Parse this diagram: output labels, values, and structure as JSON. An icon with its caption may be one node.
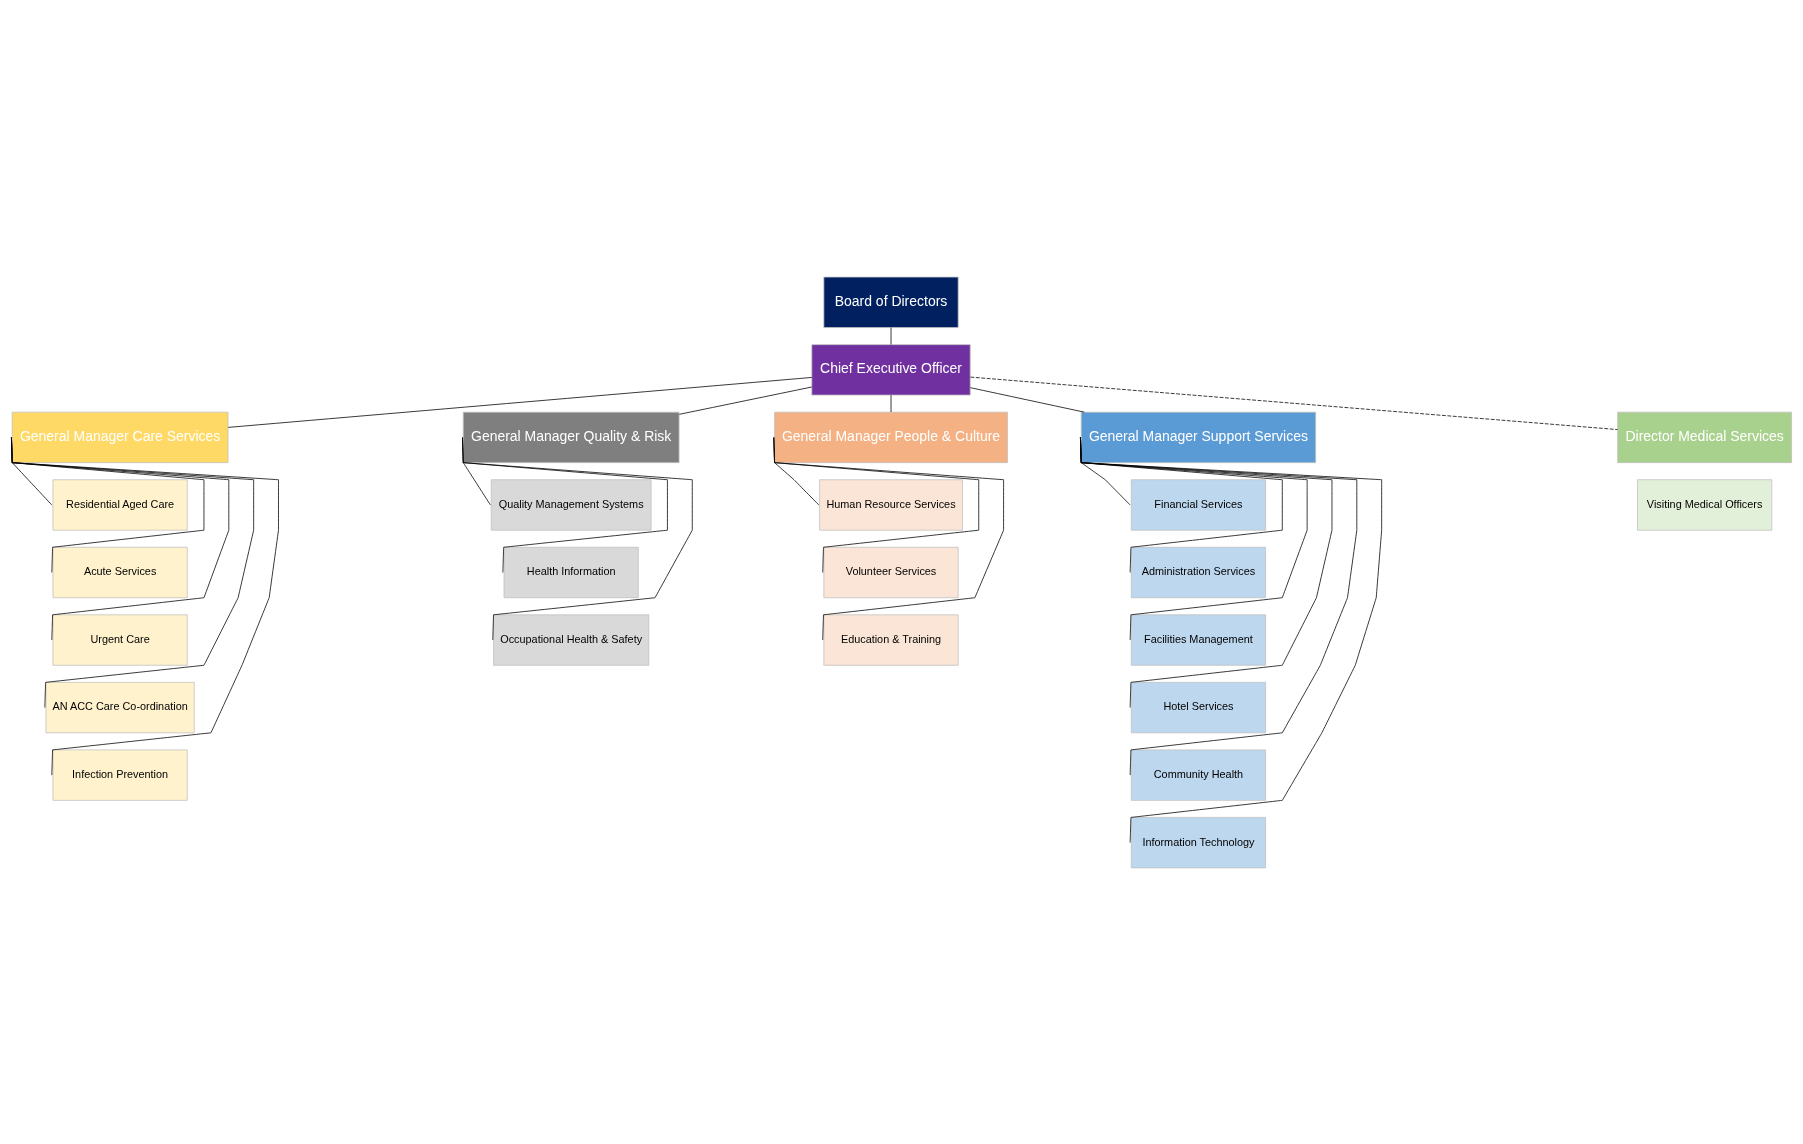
{
  "diagram": {
    "nodes": [
      {
        "text": [
          "Board of Directors"
        ]
      },
      {
        "text": [
          "Chief Executive Officer"
        ]
      },
      {
        "text": [
          "General Manager Care Services"
        ]
      },
      {
        "text": [
          "Residential Aged Care"
        ]
      },
      {
        "text": [
          "Acute Services"
        ]
      },
      {
        "text": [
          "Urgent Care"
        ]
      },
      {
        "text": [
          "AN ACC Care Co-ordination"
        ]
      },
      {
        "text": [
          "Infection Prevention"
        ]
      },
      {
        "text": [
          "General Manager Quality & Risk"
        ]
      },
      {
        "text": [
          "Quality Management Systems"
        ]
      },
      {
        "text": [
          "Health Information"
        ]
      },
      {
        "text": [
          "Occupational Health & Safety"
        ]
      },
      {
        "text": [
          "General Manager People & Culture"
        ]
      },
      {
        "text": [
          "Human Resource Services"
        ]
      },
      {
        "text": [
          "Volunteer Services"
        ]
      },
      {
        "text": [
          "Education & Training"
        ]
      },
      {
        "text": [
          "General Manager Support Services"
        ]
      },
      {
        "text": [
          "Financial Services"
        ]
      },
      {
        "text": [
          "Administration Services"
        ]
      },
      {
        "text": [
          "Facilities Management"
        ]
      },
      {
        "text": [
          "Hotel Services"
        ]
      },
      {
        "text": [
          "Community Health"
        ]
      },
      {
        "text": [
          "Information Technology"
        ]
      },
      {
        "text": [
          "Director Medical Services"
        ]
      },
      {
        "text": [
          "Visiting Medical Officers"
        ]
      }
    ],
    "edges": [
      {
        "from": 0,
        "to": 1,
        "arrow": "none"
      },
      {
        "from": 1,
        "to": 2,
        "arrow": "none"
      },
      {
        "from": 1,
        "to": 8,
        "arrow": "none"
      },
      {
        "from": 1,
        "to": 12,
        "arrow": "none"
      },
      {
        "from": 1,
        "to": 16,
        "arrow": "none"
      },
      {
        "from": 1,
        "to": 23,
        "arrow": "none",
        "style": "dashed"
      },
      {
        "from": 2,
        "to": 3,
        "arrow": "none"
      },
      {
        "from": 2,
        "to": 4,
        "arrow": "none"
      },
      {
        "from": 2,
        "to": 5,
        "arrow": "none"
      },
      {
        "from": 2,
        "to": 6,
        "arrow": "none"
      },
      {
        "from": 2,
        "to": 7,
        "arrow": "none"
      },
      {
        "from": 8,
        "to": 9,
        "arrow": "none"
      },
      {
        "from": 8,
        "to": 10,
        "arrow": "none"
      },
      {
        "from": 8,
        "to": 11,
        "arrow": "none"
      },
      {
        "from": 12,
        "to": 13,
        "arrow": "none"
      },
      {
        "from": 12,
        "to": 14,
        "arrow": "none"
      },
      {
        "from": 12,
        "to": 15,
        "arrow": "none"
      },
      {
        "from": 16,
        "to": 17,
        "arrow": "none"
      },
      {
        "from": 16,
        "to": 18,
        "arrow": "none"
      },
      {
        "from": 16,
        "to": 19,
        "arrow": "none"
      },
      {
        "from": 16,
        "to": 20,
        "arrow": "none"
      },
      {
        "from": 16,
        "to": 21,
        "arrow": "none"
      },
      {
        "from": 16,
        "to": 22,
        "arrow": "none"
      }
    ]
  }
}
